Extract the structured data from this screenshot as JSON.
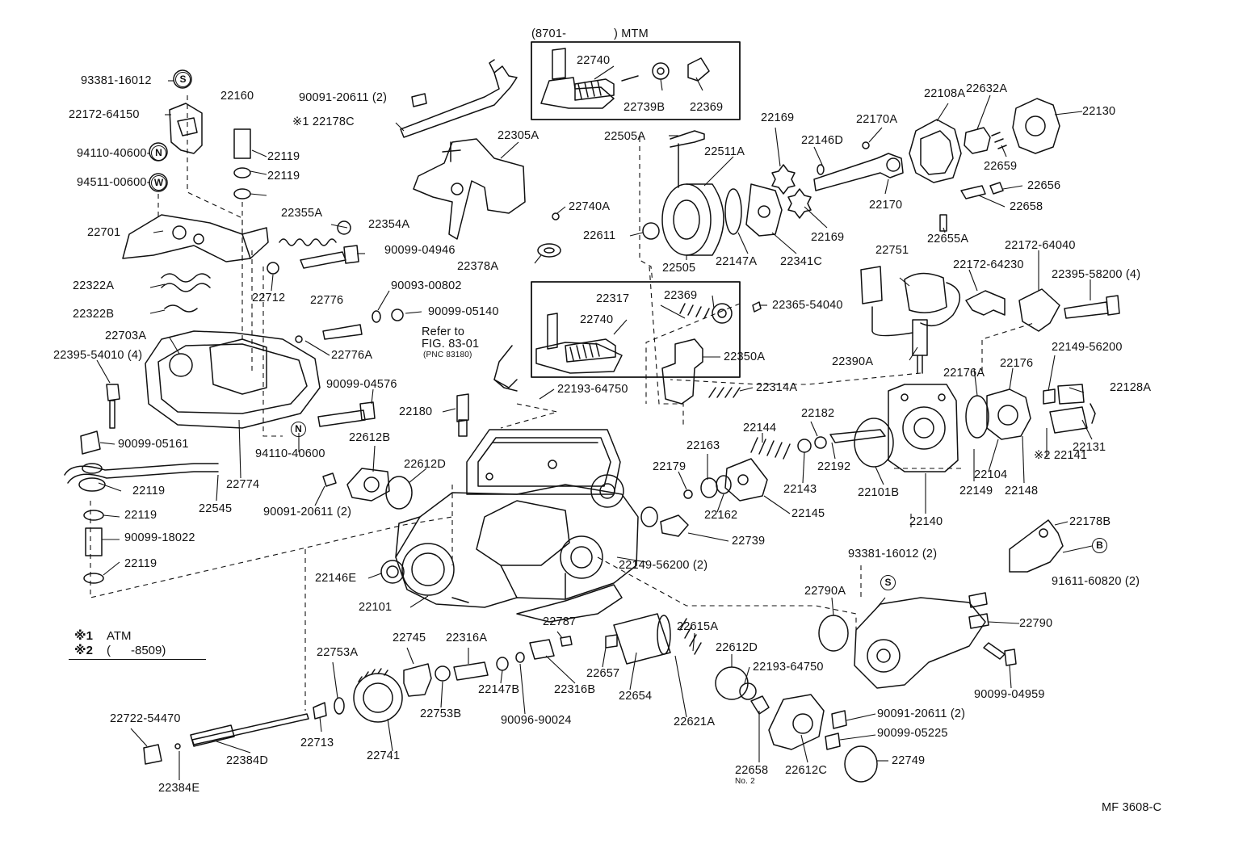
{
  "diagram": {
    "figure_code": "MF 3608-C",
    "inset_top": {
      "title_start": "(8701-",
      "title_end": ") MTM"
    },
    "refer_note": {
      "line1": "Refer to",
      "line2": "FIG. 83-01",
      "line3": "(PNC 83180)"
    },
    "notes": [
      {
        "key": "※1",
        "text": "ATM"
      },
      {
        "key": "※2",
        "text": "(      -8509)"
      }
    ],
    "circle_symbols": {
      "s": "S",
      "n": "N",
      "w": "W",
      "b": "B"
    },
    "part_labels": [
      "93381-16012",
      "22172-64150",
      "94110-40600-",
      "94511-00600-",
      "22160",
      "22119",
      "22119",
      "90091-20611 (2)",
      "※1  22178C",
      "22305A",
      "22740",
      "22739B",
      "22369",
      "22505A",
      "22511A",
      "22169",
      "22146D",
      "22170A",
      "22108A",
      "22632A",
      "22130",
      "22659",
      "22656",
      "22658",
      "22170",
      "22655A",
      "22169",
      "22341C",
      "22147A",
      "22505",
      "22611",
      "22740A",
      "22378A",
      "22355A",
      "22354A",
      "90099-04946",
      "22701",
      "22322A",
      "22322B",
      "22712",
      "22776",
      "90093-00802",
      "90099-05140",
      "22703A",
      "22776A",
      "22395-54010 (4)",
      "22317",
      "22369",
      "22740",
      "22365-54040",
      "22751",
      "22172-64230",
      "22172-64040",
      "22395-58200 (4)",
      "22390A",
      "22350A",
      "22193-64750",
      "22180",
      "22314A",
      "90099-04576",
      "90099-05161",
      "94110-40600",
      "22612B",
      "22612D",
      "22774",
      "22119",
      "22545",
      "90091-20611 (2)",
      "22119",
      "90099-18022",
      "22119",
      "22146E",
      "22101",
      "22179",
      "22163",
      "22144",
      "22182",
      "22192",
      "22143",
      "22162",
      "22145",
      "22101B",
      "22140",
      "22176A",
      "22176",
      "22149-56200",
      "22128A",
      "22131",
      "22149",
      "22104",
      "22148",
      "※2  22141",
      "22739",
      "22149-56200 (2)",
      "22178B",
      "93381-16012 (2)",
      "91611-60820 (2)",
      "22790A",
      "22790",
      "90099-04959",
      "22753A",
      "22745",
      "22316A",
      "22787",
      "22657",
      "22654",
      "22615A",
      "22612D",
      "22193-64750",
      "22147B",
      "22316B",
      "22753B",
      "90096-90024",
      "22621A",
      "90091-20611 (2)",
      "90099-05225",
      "22749",
      "22722-54470",
      "22713",
      "22741",
      "22384D",
      "22384E",
      "22658",
      "No. 2",
      "22612C"
    ]
  }
}
